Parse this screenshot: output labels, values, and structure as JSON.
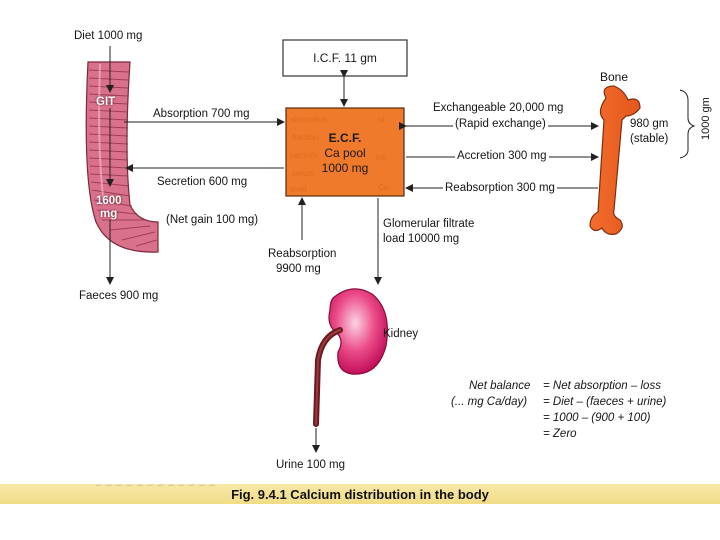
{
  "diagram": {
    "diet": "Diet 1000 mg",
    "git": "GIT",
    "git_amount": "1600",
    "git_unit": "mg",
    "absorption": "Absorption 700 mg",
    "secretion": "Secretion 600 mg",
    "net_gain": "(Net gain 100 mg)",
    "faeces": "Faeces 900 mg",
    "icf": "I.C.F. 11 gm",
    "ecf_title": "E.C.F.",
    "ecf_pool": "Ca pool",
    "ecf_amount": "1000 mg",
    "bone_title": "Bone",
    "exchangeable": "Exchangeable 20,000 mg",
    "rapid": "(Rapid exchange)",
    "stable_amount": "980 gm",
    "stable": "(stable)",
    "bone_total": "1000 gm",
    "accretion": "Accretion 300 mg",
    "bone_reabsorption": "Reabsorption 300 mg",
    "glomerular_1": "Glomerular filtrate",
    "glomerular_2": "load 10000 mg",
    "renal_reabsorption_1": "Reabsorption",
    "renal_reabsorption_2": "9900 mg",
    "kidney": "Kidney",
    "urine": "Urine 100 mg"
  },
  "balance": {
    "line1_left": "Net balance",
    "line1_right": "=  Net absorption – loss",
    "line2_left": "(... mg Ca/day)",
    "line2_right": "=  Diet – (faeces + urine)",
    "line3_right": "=  1000 – (900 + 100)",
    "line4_right": "=  Zero"
  },
  "caption": {
    "text": "Fig. 9.4.1 Calcium distribution in the body"
  },
  "colors": {
    "ecf_fill": "#f07a2b",
    "bone_fill": "#f06a2a",
    "gut_fill": "#d9708c",
    "kidney_fill": "#e0206c",
    "caption_band": "#f3e090"
  }
}
